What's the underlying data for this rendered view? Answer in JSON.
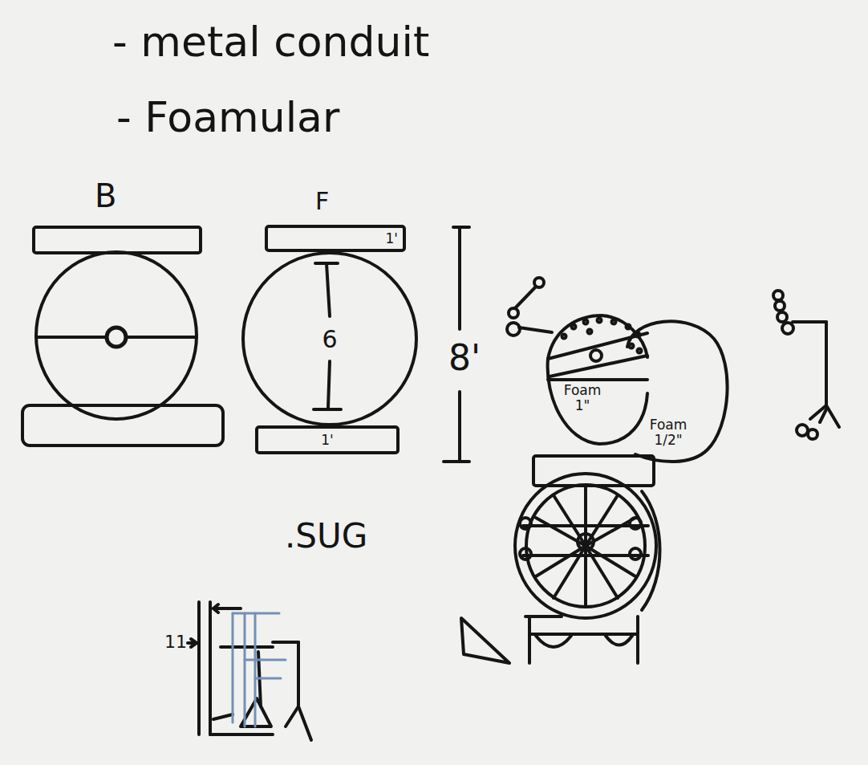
{
  "diagram": {
    "nodes": [
      {
        "text": [
          "1'"
        ]
      },
      {
        "text": [
          "6"
        ]
      },
      {
        "text": [
          "1'"
        ]
      },
      {
        "text": [
          "Foam 1\""
        ]
      },
      {
        "text": [
          "Foam 1/2\""
        ]
      }
    ],
    "labels": [
      "- metal conduit",
      "- Foamular",
      "B",
      "F",
      "8'",
      ".SUG",
      "11"
    ]
  }
}
